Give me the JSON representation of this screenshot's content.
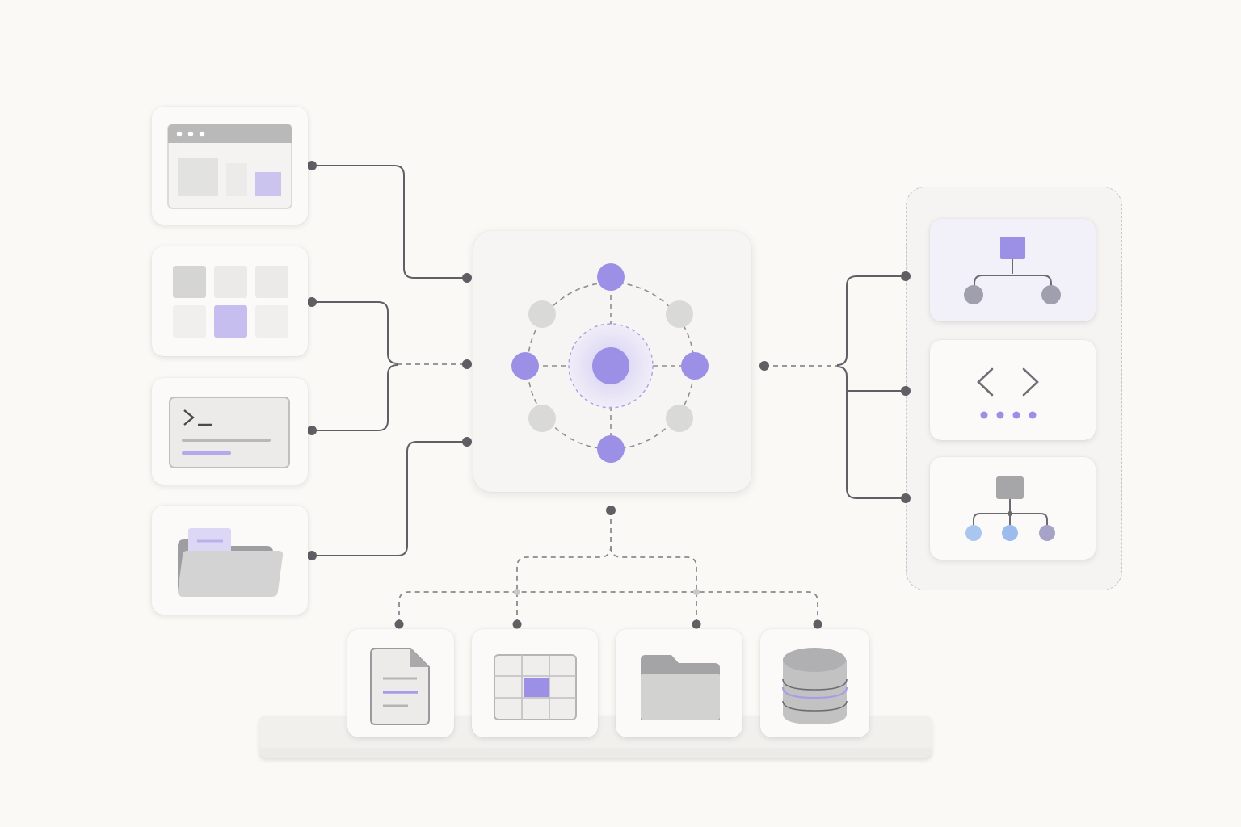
{
  "theme": {
    "accent": "#9a8ee6",
    "accent_light": "#c9c2f0",
    "gray": "#c9c9c9",
    "line": "#5f5f64"
  },
  "left_nodes": [
    {
      "id": "browser-window",
      "icon": "browser-window-icon"
    },
    {
      "id": "grid-layout",
      "icon": "grid-layout-icon"
    },
    {
      "id": "terminal",
      "icon": "terminal-icon"
    },
    {
      "id": "folder",
      "icon": "open-folder-icon"
    }
  ],
  "center_hub": {
    "icon": "network-hub-icon"
  },
  "right_group": [
    {
      "id": "hierarchy",
      "icon": "hierarchy-icon"
    },
    {
      "id": "code",
      "icon": "code-brackets-icon"
    },
    {
      "id": "tree",
      "icon": "tree-structure-icon"
    }
  ],
  "bottom_shelf": [
    {
      "id": "document",
      "icon": "document-icon"
    },
    {
      "id": "table",
      "icon": "table-grid-icon"
    },
    {
      "id": "folder",
      "icon": "folder-icon"
    },
    {
      "id": "database",
      "icon": "database-icon"
    }
  ]
}
